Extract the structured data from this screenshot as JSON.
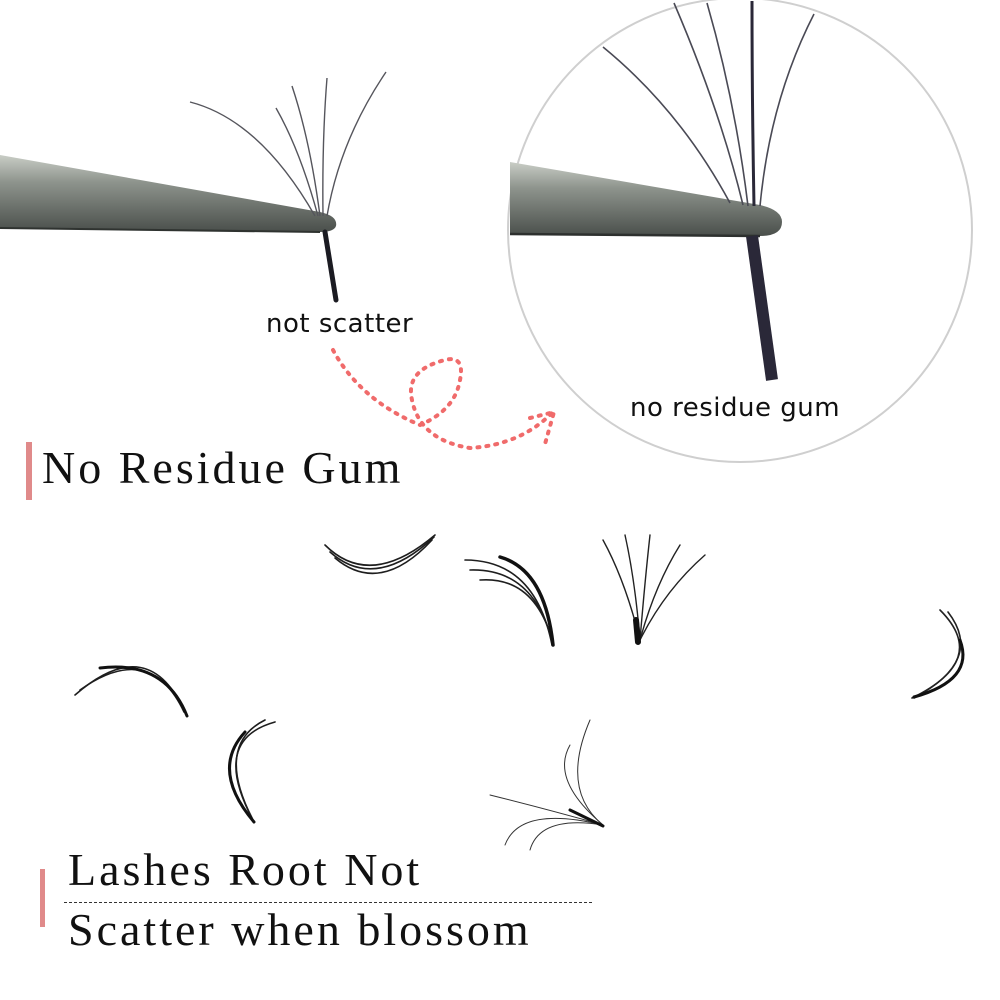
{
  "top_section": {
    "label_not_scatter": "not scatter",
    "label_no_residue_gum": "no residue gum",
    "heading": "No Residue Gum"
  },
  "bottom_section": {
    "heading_line1": "Lashes Root Not",
    "heading_line2": "Scatter when blossom"
  },
  "colors": {
    "accent": "#e08a8a",
    "arrow_dots": "#f06b6b",
    "tweezer": "#5d625e",
    "circle_outline": "#cfcfcf"
  }
}
